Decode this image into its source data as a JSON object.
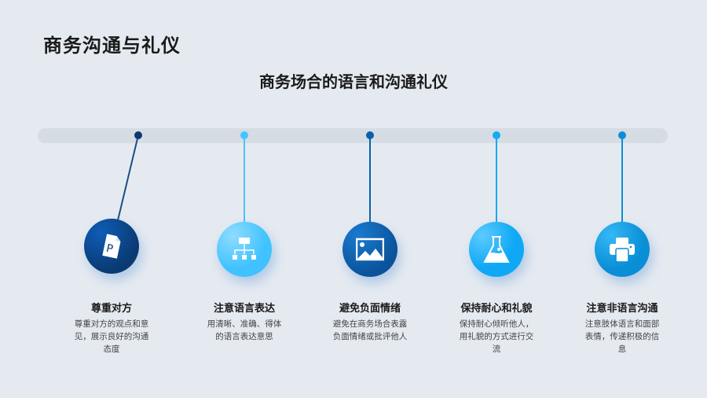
{
  "header": {
    "title": "商务沟通与礼仪",
    "subtitle": "商务场合的语言和沟通礼仪"
  },
  "items": [
    {
      "title": "尊重对方",
      "desc": "尊重对方的观点和意见，展示良好的沟通态度",
      "icon": "powerpoint-file-icon",
      "color": "#0a3f7e"
    },
    {
      "title": "注意语言表达",
      "desc": "用清晰、准确、得体的语言表达意思",
      "icon": "sitemap-icon",
      "color": "#45c4ff"
    },
    {
      "title": "避免负面情绪",
      "desc": "避免在商务场合表露负面情绪或批评他人",
      "icon": "image-icon",
      "color": "#0b5fa8"
    },
    {
      "title": "保持耐心和礼貌",
      "desc": "保持耐心倾听他人，用礼貌的方式进行交流",
      "icon": "flask-icon",
      "color": "#14aaf5"
    },
    {
      "title": "注意非语言沟通",
      "desc": "注意肢体语言和面部表情，传递积极的信息",
      "icon": "printer-icon",
      "color": "#0a8ed6"
    }
  ]
}
